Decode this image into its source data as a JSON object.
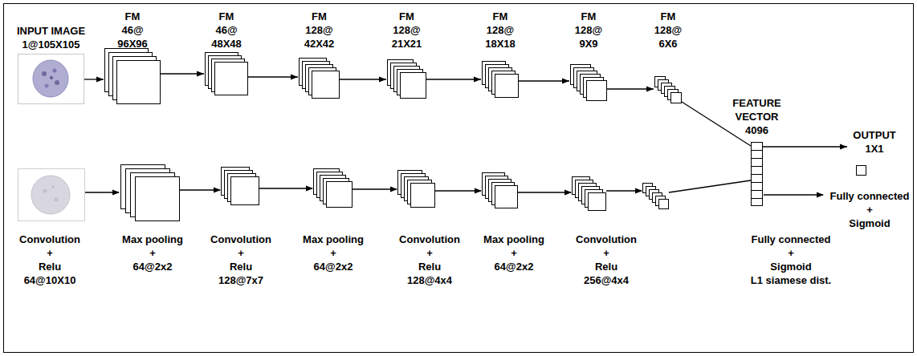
{
  "diagram": {
    "nodes": [
      {
        "text": [
          "INPUT IMAGE",
          "1@105X105"
        ]
      },
      {
        "text": [
          "FM",
          "46@",
          "96X96"
        ]
      },
      {
        "text": [
          "FM",
          "46@",
          "48X48"
        ]
      },
      {
        "text": [
          "FM",
          "128@",
          "42X42"
        ]
      },
      {
        "text": [
          "FM",
          "128@",
          "21X21"
        ]
      },
      {
        "text": [
          "FM",
          "128@",
          "18X18"
        ]
      },
      {
        "text": [
          "FM",
          "128@",
          "9X9"
        ]
      },
      {
        "text": [
          "FM",
          "128@",
          "6X6"
        ]
      },
      {
        "text": [
          "FEATURE",
          "VECTOR",
          "4096"
        ]
      },
      {
        "text": [
          "OUTPUT",
          "1X1"
        ]
      }
    ],
    "edges": [
      {
        "from": 0,
        "to": 1,
        "arrow": "to"
      },
      {
        "from": 1,
        "to": 2,
        "arrow": "to"
      },
      {
        "from": 2,
        "to": 3,
        "arrow": "to"
      },
      {
        "from": 3,
        "to": 4,
        "arrow": "to"
      },
      {
        "from": 4,
        "to": 5,
        "arrow": "to"
      },
      {
        "from": 5,
        "to": 6,
        "arrow": "to"
      },
      {
        "from": 6,
        "to": 7,
        "arrow": "to"
      },
      {
        "from": 7,
        "to": 8,
        "arrow": "none"
      },
      {
        "from": 8,
        "to": 9,
        "arrow": "to"
      }
    ],
    "labels": [
      "Convolution",
      "+",
      "Relu",
      "64@10X10",
      "Max pooling",
      "+",
      "64@2x2",
      "Convolution",
      "+",
      "Relu",
      "128@7x7",
      "Max pooling",
      "+",
      "64@2x2",
      "Convolution",
      "+",
      "Relu",
      "128@4x4",
      "Max pooling",
      "+",
      "64@2x2",
      "Convolution",
      "+",
      "Relu",
      "256@4x4",
      "Fully connected",
      "+",
      "Sigmoid",
      "L1 siamese dist.",
      "Fully connected",
      "+",
      "Sigmoid"
    ]
  }
}
